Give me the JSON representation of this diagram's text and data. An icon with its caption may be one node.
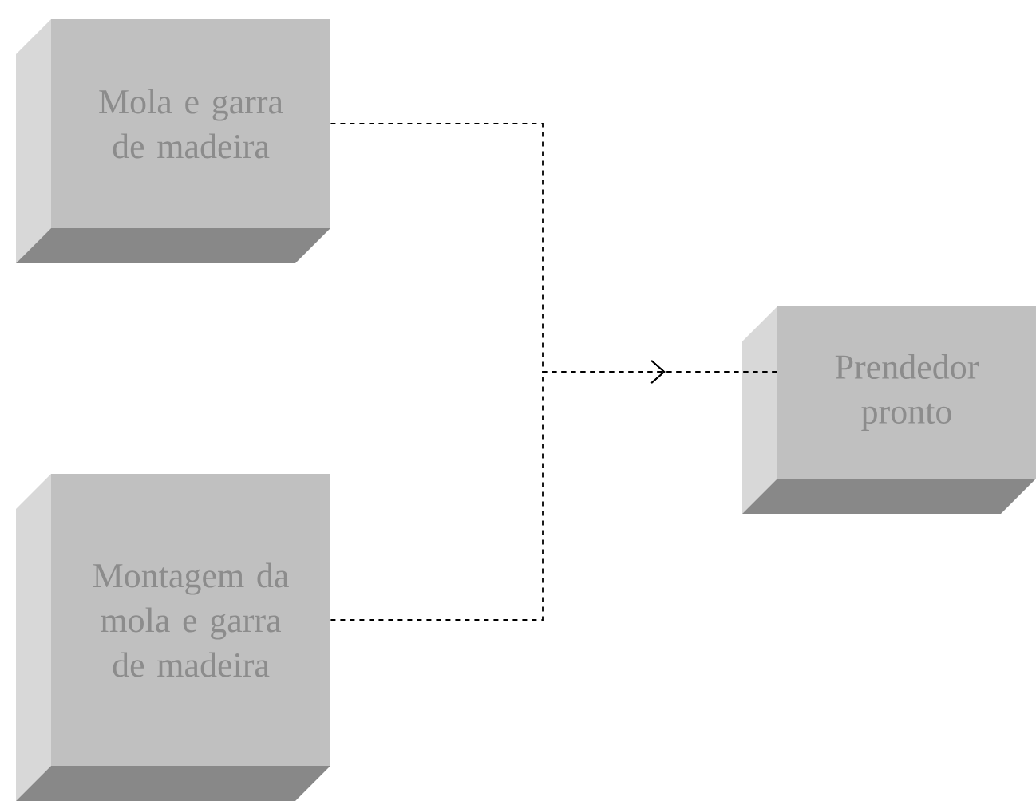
{
  "diagram": {
    "nodes": [
      {
        "text": [
          "Mola e garra de madeira"
        ]
      },
      {
        "text": [
          "Montagem da mola e garra de madeira"
        ]
      },
      {
        "text": [
          "Prendedor pronto"
        ]
      }
    ],
    "edges": [
      {
        "from": 0,
        "to": 2,
        "arrow": "to",
        "style": "dashed"
      },
      {
        "from": 1,
        "to": 2,
        "arrow": "to",
        "style": "dashed"
      }
    ]
  }
}
